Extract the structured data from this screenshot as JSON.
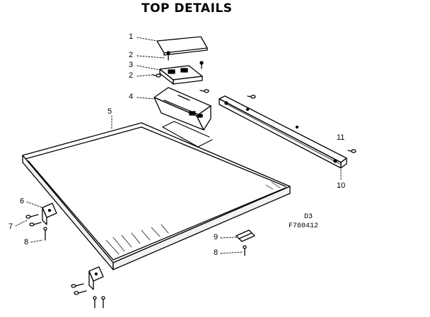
{
  "title": "TOP DETAILS",
  "diagram_code": "D3",
  "figure_number": "F760412",
  "callouts": {
    "c1": "1",
    "c2a": "2",
    "c3": "3",
    "c2b": "2",
    "c4": "4",
    "c5": "5",
    "c6": "6",
    "c7": "7",
    "c8a": "8",
    "c9": "9",
    "c8b": "8",
    "c11": "11",
    "c10": "10"
  }
}
